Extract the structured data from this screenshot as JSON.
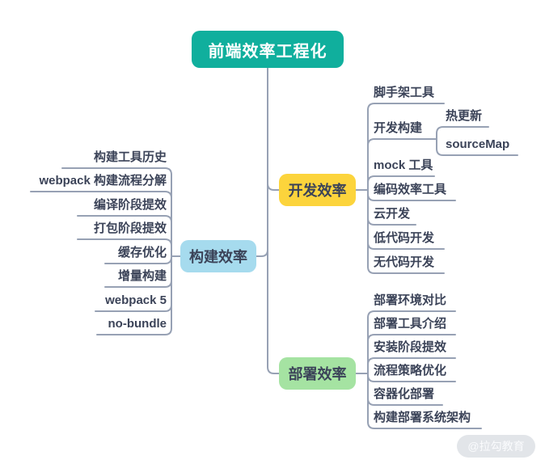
{
  "root": {
    "label": "前端效率工程化"
  },
  "branches": {
    "dev": {
      "label": "开发效率",
      "children": [
        {
          "label": "脚手架工具"
        },
        {
          "label": "开发构建",
          "children": [
            {
              "label": "热更新"
            },
            {
              "label": "sourceMap"
            }
          ]
        },
        {
          "label": "mock 工具"
        },
        {
          "label": "编码效率工具"
        },
        {
          "label": "云开发"
        },
        {
          "label": "低代码开发"
        },
        {
          "label": "无代码开发"
        }
      ]
    },
    "build": {
      "label": "构建效率",
      "children": [
        {
          "label": "构建工具历史"
        },
        {
          "label": "webpack 构建流程分解"
        },
        {
          "label": "编译阶段提效"
        },
        {
          "label": "打包阶段提效"
        },
        {
          "label": "缓存优化"
        },
        {
          "label": "增量构建"
        },
        {
          "label": "webpack 5"
        },
        {
          "label": "no-bundle"
        }
      ]
    },
    "deploy": {
      "label": "部署效率",
      "children": [
        {
          "label": "部署环境对比"
        },
        {
          "label": "部署工具介绍"
        },
        {
          "label": "安装阶段提效"
        },
        {
          "label": "流程策略优化"
        },
        {
          "label": "容器化部署"
        },
        {
          "label": "构建部署系统架构"
        }
      ]
    }
  },
  "watermark": {
    "label": "@拉勾教育"
  },
  "colors": {
    "root_fill": "#10af9d",
    "dev_fill": "#fcd43c",
    "build_fill": "#a6dbee",
    "deploy_fill": "#a5e3a2",
    "line": "#97a1b4",
    "text": "#3b4358",
    "root_text": "#ffffff",
    "watermark_fill": "#e2e5e9"
  }
}
